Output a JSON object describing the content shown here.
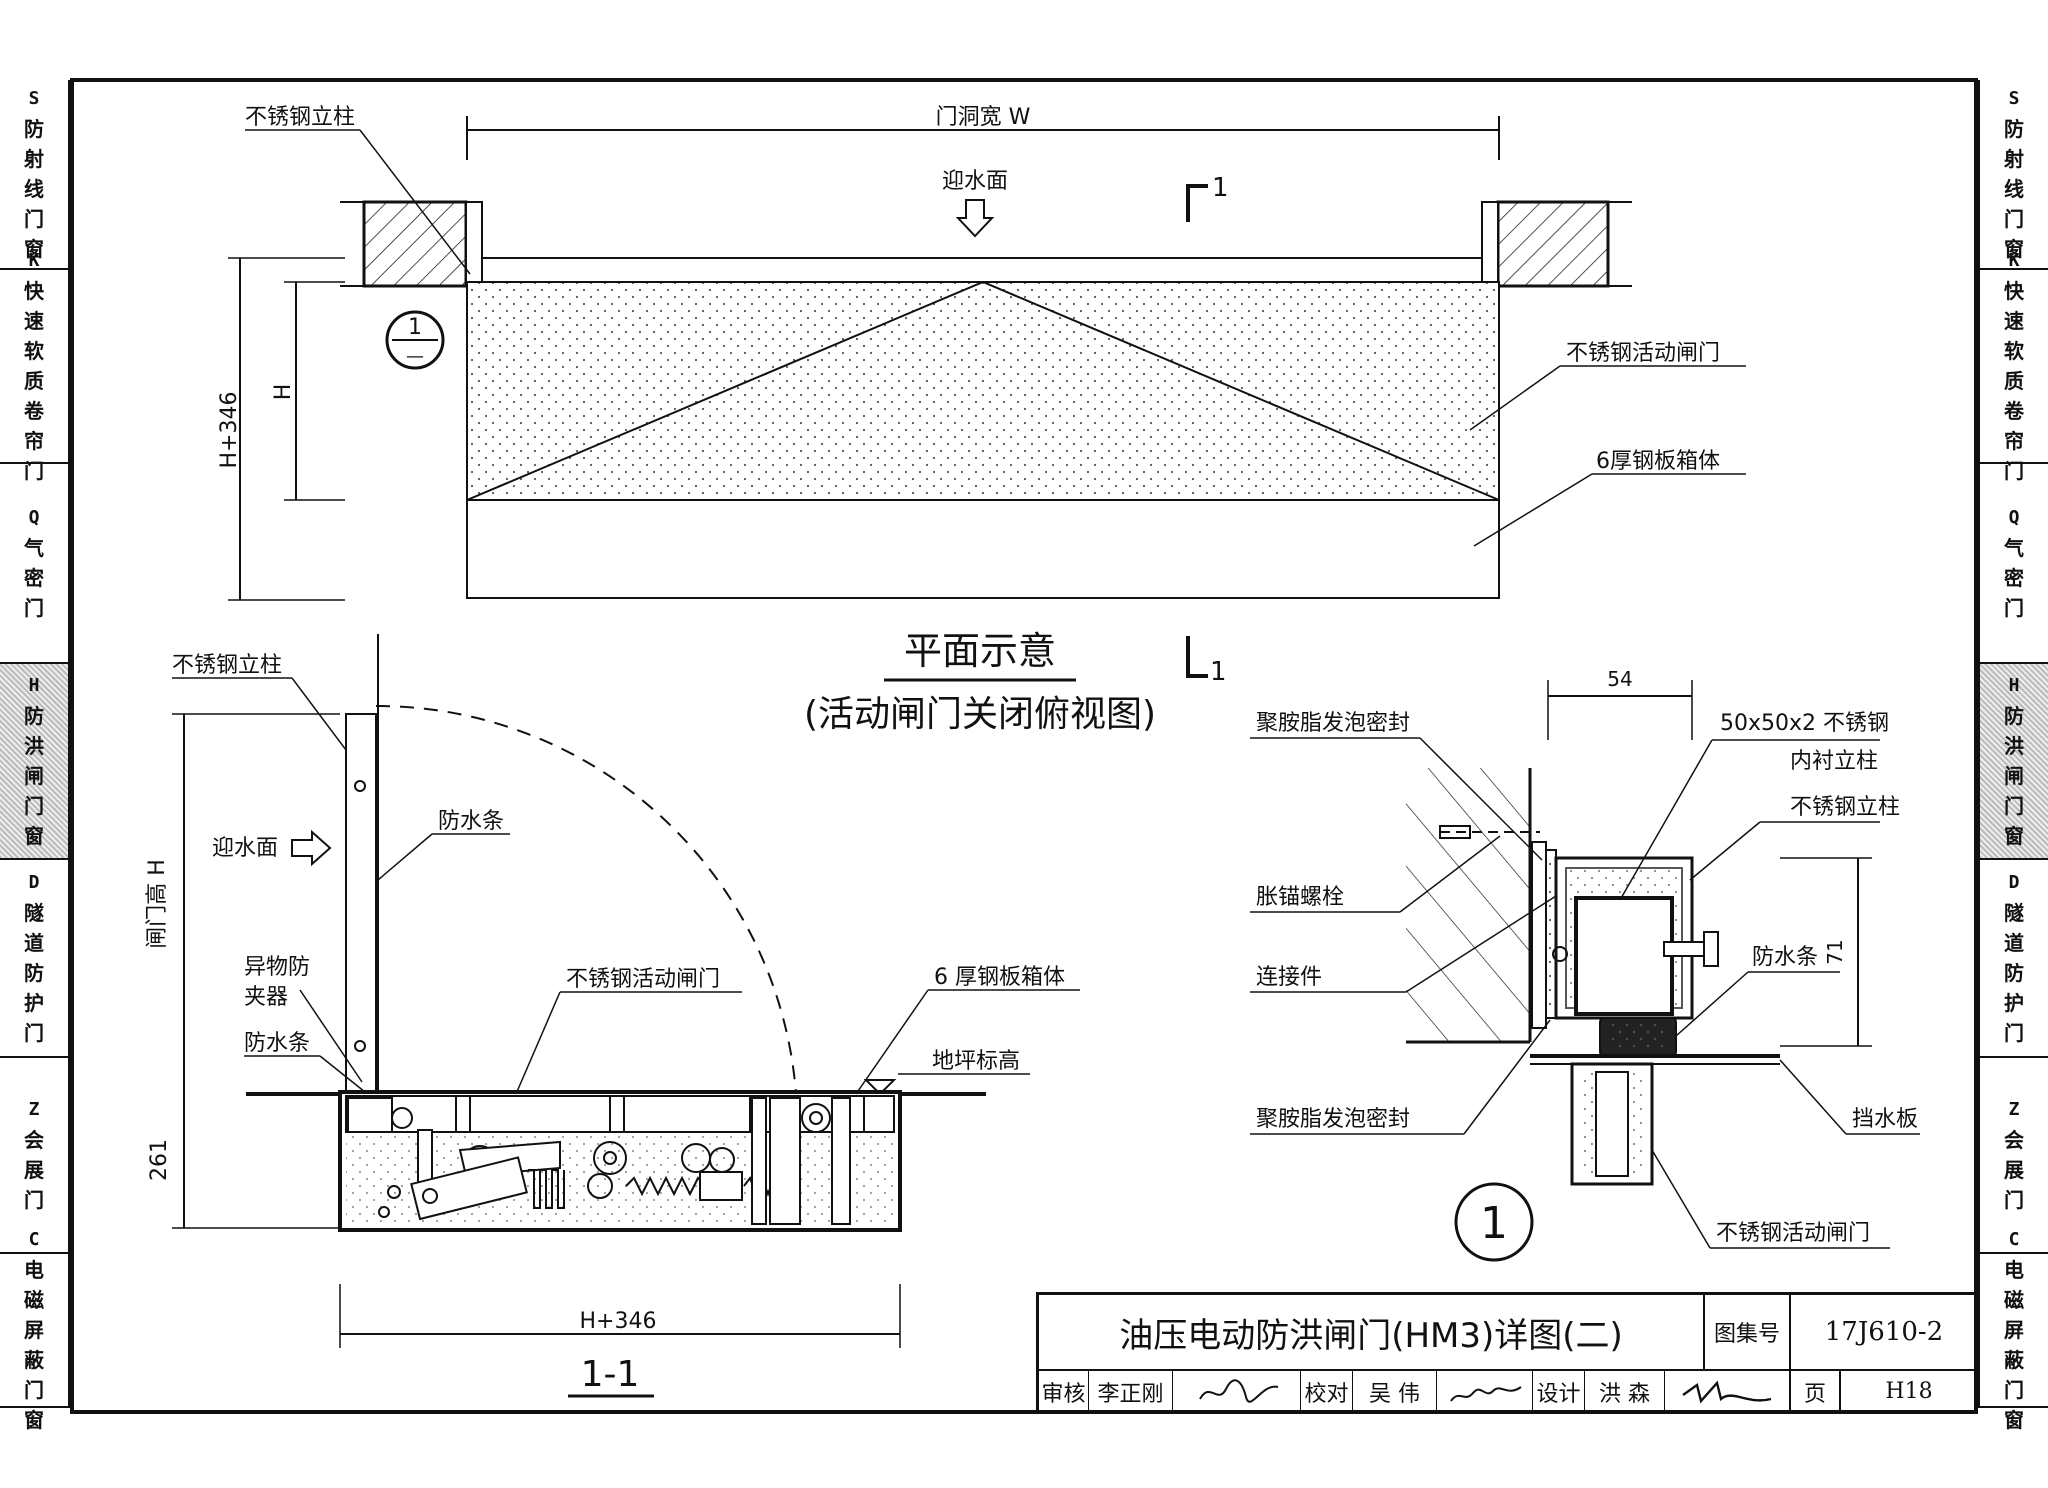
{
  "side_tabs": [
    {
      "code": "S",
      "name": "防射线门窗",
      "active": false
    },
    {
      "code": "K",
      "name": "快速软质卷帘门",
      "active": false
    },
    {
      "code": "Q",
      "name": "气密门",
      "active": false
    },
    {
      "code": "H",
      "name": "防洪闸门窗",
      "active": true
    },
    {
      "code": "D",
      "name": "隧道防护门",
      "active": false
    },
    {
      "code": "Z",
      "name": "会展门",
      "active": false
    },
    {
      "code": "C",
      "name": "电磁屏蔽门窗",
      "active": false
    }
  ],
  "plan_view": {
    "title": "平面示意",
    "subtitle": "(活动闸门关闭俯视图)",
    "labels": {
      "column": "不锈钢立柱",
      "opening_width": "门洞宽 W",
      "water_side": "迎水面",
      "gate": "不锈钢活动闸门",
      "box": "6厚钢板箱体",
      "dim_total": "H+346",
      "dim_h": "H",
      "section_mark": "1",
      "detail_ref_top": "1",
      "detail_ref_bottom": "—"
    }
  },
  "section_view": {
    "title": "1-1",
    "labels": {
      "column": "不锈钢立柱",
      "water_side": "迎水面",
      "waterstop": "防水条",
      "gate_height": "闸门高 H",
      "anti_jam_1": "异物防",
      "anti_jam_2": "夹器",
      "waterstop2": "防水条",
      "gate": "不锈钢活动闸门",
      "box": "6 厚钢板箱体",
      "floor": "地坪标高",
      "dim_261": "261",
      "dim_bottom": "H+346"
    }
  },
  "detail_view": {
    "number": "1",
    "labels": {
      "dim_54": "54",
      "seal_top": "聚胺脂发泡密封",
      "inner_column_1": "50x50x2 不锈钢",
      "inner_column_2": "内衬立柱",
      "column": "不锈钢立柱",
      "anchor_bolt": "胀锚螺栓",
      "waterstop": "防水条",
      "dim_71": "71",
      "connector": "连接件",
      "seal_bottom": "聚胺脂发泡密封",
      "water_board": "挡水板",
      "gate": "不锈钢活动闸门"
    }
  },
  "title_block": {
    "title": "油压电动防洪闸门(HM3)详图(二)",
    "atlas_label": "图集号",
    "atlas_no": "17J610-2",
    "review_label": "审核",
    "reviewer": "李正刚",
    "check_label": "校对",
    "checker": "吴 伟",
    "design_label": "设计",
    "designer": "洪 森",
    "page_label": "页",
    "page_no": "H18"
  }
}
